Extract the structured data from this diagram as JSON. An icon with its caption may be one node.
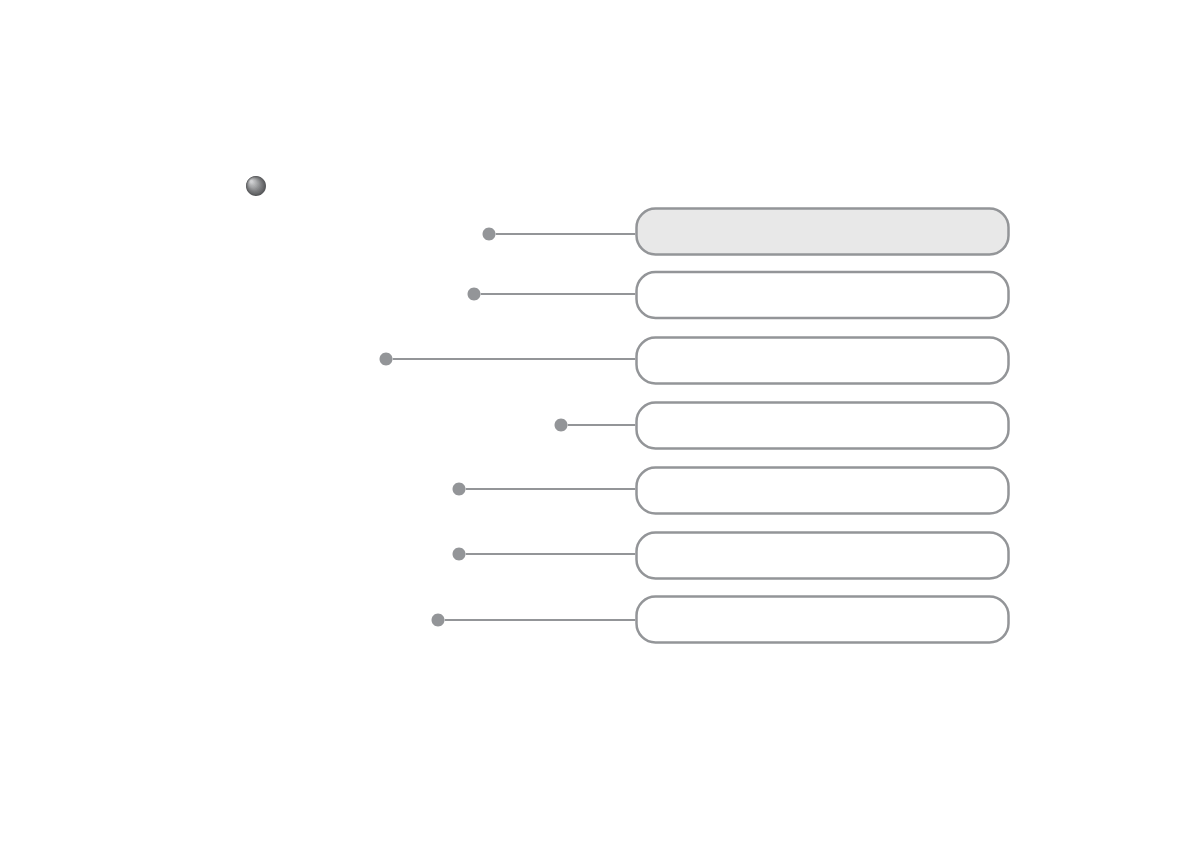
{
  "diagram": {
    "nodes": [
      {
        "text": [],
        "shape": "circle"
      },
      {
        "text": [],
        "shape": "box"
      },
      {
        "text": [],
        "shape": "circle"
      },
      {
        "text": [],
        "shape": "box"
      },
      {
        "text": [],
        "shape": "circle"
      },
      {
        "text": [],
        "shape": "box"
      },
      {
        "text": [],
        "shape": "circle"
      },
      {
        "text": [],
        "shape": "box"
      },
      {
        "text": [],
        "shape": "circle"
      },
      {
        "text": [],
        "shape": "box"
      },
      {
        "text": [],
        "shape": "circle"
      },
      {
        "text": [],
        "shape": "box"
      },
      {
        "text": [],
        "shape": "circle"
      },
      {
        "text": [],
        "shape": "box"
      }
    ],
    "edges": [
      {
        "from": 0,
        "to": 1,
        "arrow": "none"
      },
      {
        "from": 2,
        "to": 3,
        "arrow": "none"
      },
      {
        "from": 4,
        "to": 5,
        "arrow": "none"
      },
      {
        "from": 6,
        "to": 7,
        "arrow": "none"
      },
      {
        "from": 8,
        "to": 9,
        "arrow": "none"
      },
      {
        "from": 10,
        "to": 11,
        "arrow": "none"
      },
      {
        "from": 12,
        "to": 13,
        "arrow": "none"
      }
    ]
  }
}
